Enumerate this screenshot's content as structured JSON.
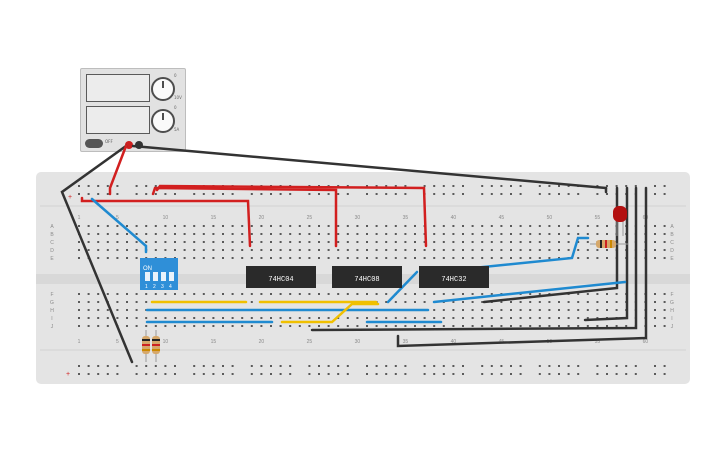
{
  "breadboard": {
    "top_col_numbers": [
      "1",
      "5",
      "10",
      "15",
      "20",
      "25",
      "30",
      "35",
      "40",
      "45",
      "50",
      "55",
      "60"
    ],
    "bottom_col_numbers": [
      "1",
      "5",
      "10",
      "15",
      "20",
      "25",
      "30",
      "35",
      "40",
      "45",
      "50",
      "55",
      "60"
    ],
    "row_letters_top": [
      "A",
      "B",
      "C",
      "D",
      "E"
    ],
    "row_letters_bottom": [
      "F",
      "G",
      "H",
      "I",
      "J"
    ],
    "rail_symbol_plus": "+"
  },
  "chips": [
    {
      "label": "74HC04"
    },
    {
      "label": "74HC08"
    },
    {
      "label": "74HC32"
    }
  ],
  "dip_switch": {
    "on_label": "ON",
    "numbers": [
      "1",
      "2",
      "3",
      "4"
    ]
  },
  "psu": {
    "power_label": "OFF",
    "knob_marks": [
      "0",
      "10V",
      "0",
      "5A"
    ]
  },
  "colors": {
    "board": "#e4e4e4",
    "hole": "#5a5a5a",
    "wire_red": "#d21f1f",
    "wire_blue": "#1f8ad0",
    "wire_yellow": "#f0c000",
    "wire_black": "#333333",
    "chip_body": "#2a2a2a",
    "dip_blue": "#2f8fd8",
    "led_red": "#b31010"
  }
}
